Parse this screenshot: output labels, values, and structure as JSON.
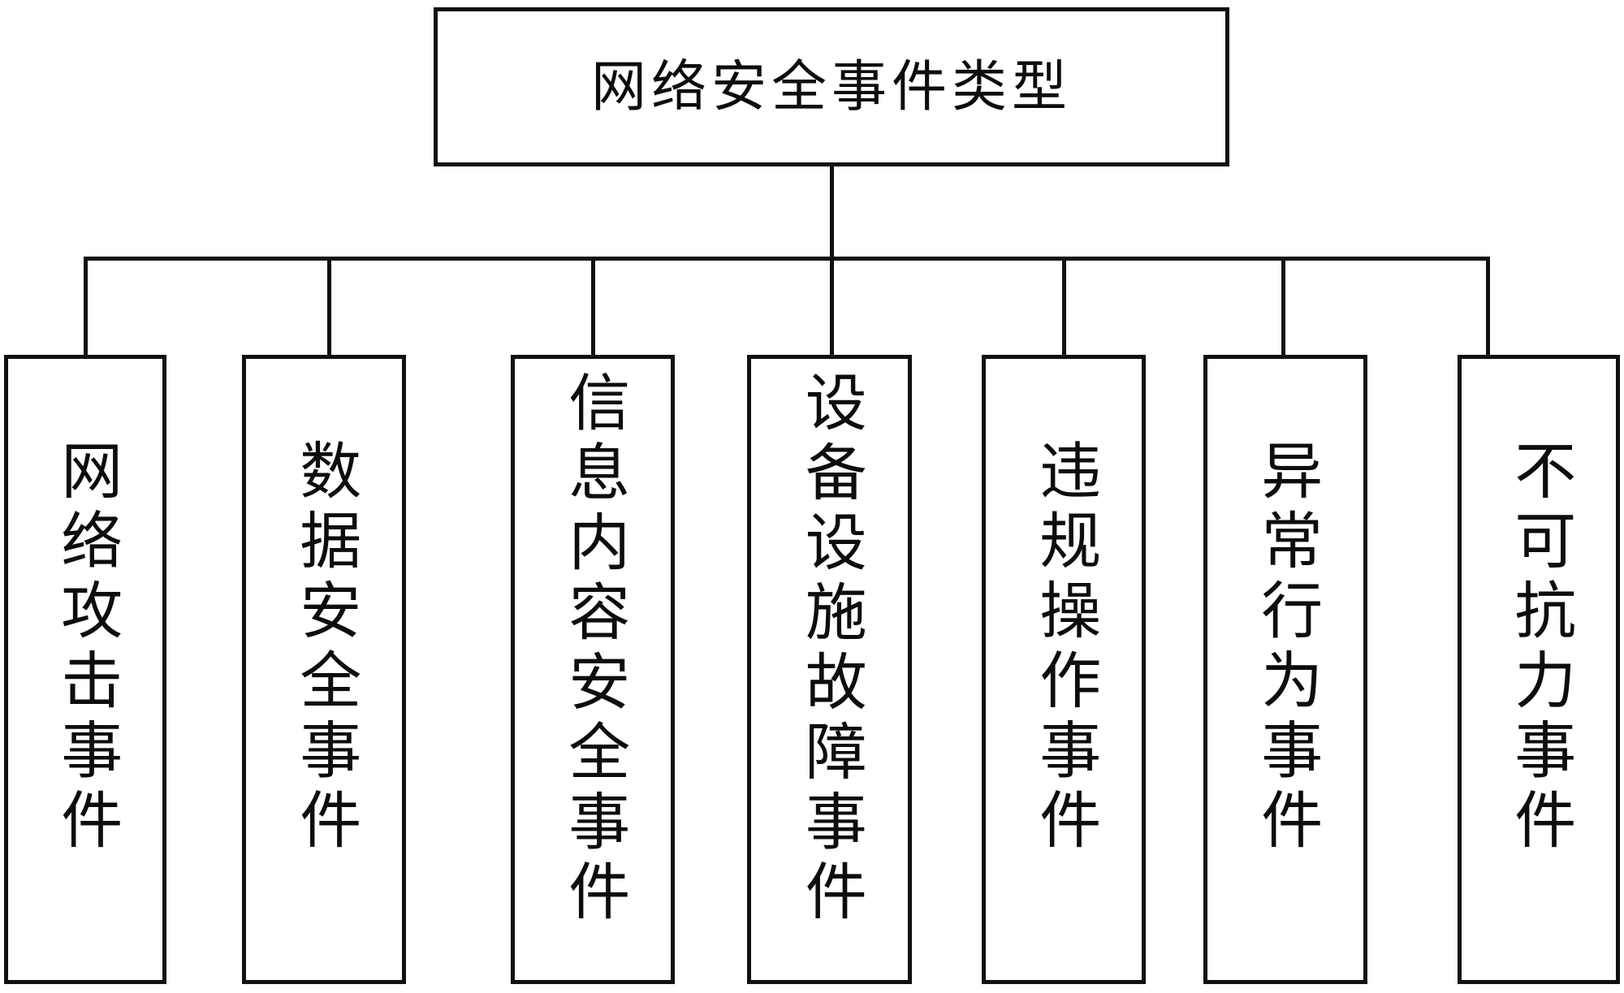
{
  "diagram": {
    "title": "网络安全事件类型",
    "orientation": "top-down-tree",
    "colors": {
      "stroke": "#111111",
      "background": "#ffffff",
      "text": "#0d0d0d"
    },
    "root": {
      "label": "网络安全事件类型"
    },
    "children": [
      {
        "label": "网络攻击事件"
      },
      {
        "label": "数据安全事件"
      },
      {
        "label": "信息内容安全事件"
      },
      {
        "label": "设备设施故障事件"
      },
      {
        "label": "违规操作事件"
      },
      {
        "label": "异常行为事件"
      },
      {
        "label": "不可抗力事件"
      }
    ]
  }
}
